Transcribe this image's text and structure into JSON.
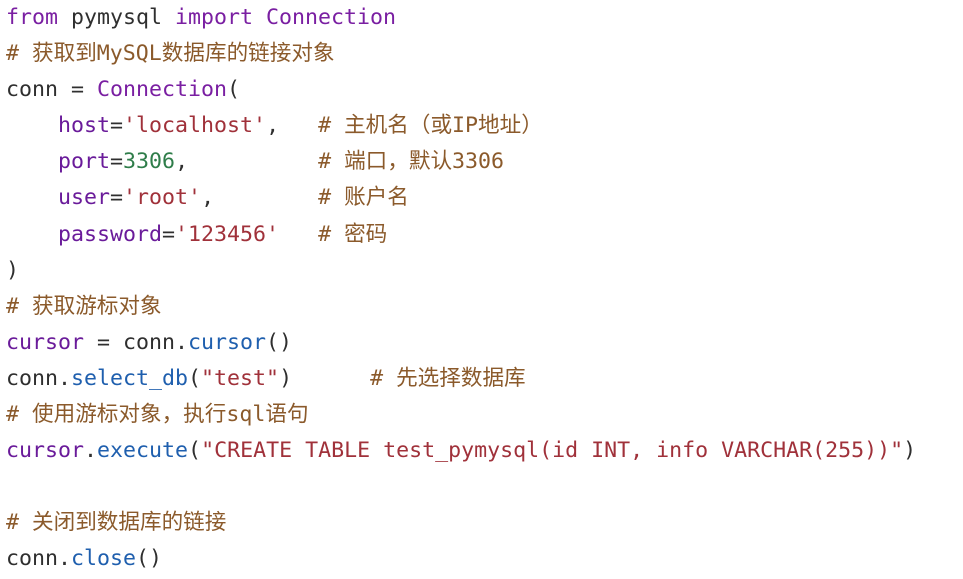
{
  "colors": {
    "background": "#ffffff",
    "keyword": "#a626a4",
    "function": "#4078f2",
    "string": "#50a14f",
    "number": "#986801",
    "comment": "#a0a1a7",
    "plain": "#383a42"
  },
  "code": {
    "lines": [
      [
        {
          "t": "from",
          "c": "kw"
        },
        {
          "t": " pymysql ",
          "c": "plain"
        },
        {
          "t": "import",
          "c": "kw"
        },
        {
          "t": " Connection",
          "c": "cls"
        }
      ],
      [
        {
          "t": "# 获取到MySQL数据库的链接对象",
          "c": "cmt"
        }
      ],
      [
        {
          "t": "conn = ",
          "c": "plain"
        },
        {
          "t": "Connection",
          "c": "cls"
        },
        {
          "t": "(",
          "c": "plain"
        }
      ],
      [
        {
          "t": "    ",
          "c": "plain"
        },
        {
          "t": "host",
          "c": "prm"
        },
        {
          "t": "=",
          "c": "plain"
        },
        {
          "t": "'localhost'",
          "c": "str"
        },
        {
          "t": ",   ",
          "c": "plain"
        },
        {
          "t": "# 主机名（或IP地址）",
          "c": "cmt"
        }
      ],
      [
        {
          "t": "    ",
          "c": "plain"
        },
        {
          "t": "port",
          "c": "prm"
        },
        {
          "t": "=",
          "c": "plain"
        },
        {
          "t": "3306",
          "c": "num"
        },
        {
          "t": ",          ",
          "c": "plain"
        },
        {
          "t": "# 端口，默认3306",
          "c": "cmt"
        }
      ],
      [
        {
          "t": "    ",
          "c": "plain"
        },
        {
          "t": "user",
          "c": "prm"
        },
        {
          "t": "=",
          "c": "plain"
        },
        {
          "t": "'root'",
          "c": "str"
        },
        {
          "t": ",        ",
          "c": "plain"
        },
        {
          "t": "# 账户名",
          "c": "cmt"
        }
      ],
      [
        {
          "t": "    ",
          "c": "plain"
        },
        {
          "t": "password",
          "c": "prm"
        },
        {
          "t": "=",
          "c": "plain"
        },
        {
          "t": "'123456'",
          "c": "str"
        },
        {
          "t": "   ",
          "c": "plain"
        },
        {
          "t": "# 密码",
          "c": "cmt"
        }
      ],
      [
        {
          "t": ")",
          "c": "plain"
        }
      ],
      [
        {
          "t": "# 获取游标对象",
          "c": "cmt"
        }
      ],
      [
        {
          "t": "cursor",
          "c": "prm"
        },
        {
          "t": " = conn.",
          "c": "plain"
        },
        {
          "t": "cursor",
          "c": "fn"
        },
        {
          "t": "()",
          "c": "plain"
        }
      ],
      [
        {
          "t": "conn.",
          "c": "plain"
        },
        {
          "t": "select_db",
          "c": "fn"
        },
        {
          "t": "(",
          "c": "plain"
        },
        {
          "t": "\"test\"",
          "c": "str"
        },
        {
          "t": ")      ",
          "c": "plain"
        },
        {
          "t": "# 先选择数据库",
          "c": "cmt"
        }
      ],
      [
        {
          "t": "# 使用游标对象，执行sql语句",
          "c": "cmt"
        }
      ],
      [
        {
          "t": "cursor",
          "c": "prm"
        },
        {
          "t": ".",
          "c": "plain"
        },
        {
          "t": "execute",
          "c": "fn"
        },
        {
          "t": "(",
          "c": "plain"
        },
        {
          "t": "\"CREATE TABLE test_pymysql(id INT, info VARCHAR(255))\"",
          "c": "str"
        },
        {
          "t": ")",
          "c": "plain"
        }
      ],
      [
        {
          "t": "",
          "c": "plain"
        }
      ],
      [
        {
          "t": "# 关闭到数据库的链接",
          "c": "cmt"
        }
      ],
      [
        {
          "t": "conn.",
          "c": "plain"
        },
        {
          "t": "close",
          "c": "fn"
        },
        {
          "t": "()",
          "c": "plain"
        }
      ]
    ]
  }
}
